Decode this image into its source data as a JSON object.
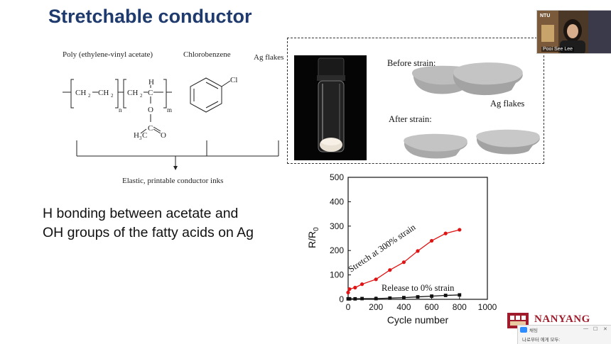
{
  "slide": {
    "title": "Stretchable conductor",
    "body_line1": "H bonding between acetate and",
    "body_line2": "OH groups of the fatty acids on Ag"
  },
  "chemistry": {
    "label_eva": "Poly (ethylene-vinyl acetate)",
    "label_solvent": "Chlorobenzene",
    "label_ag": "Ag flakes",
    "ink_label": "Elastic, printable conductor inks",
    "monomer1": "CH",
    "sub2": "2",
    "dash": "—",
    "monomer_ch": "CH",
    "h_atom": "H",
    "c_atom": "C",
    "o_atom": "O",
    "o_dbl": "O",
    "methyl": "H",
    "methyl_sub": "3",
    "methyl_c": "C",
    "n_sub": "n",
    "m_sub": "m",
    "cl": "Cl"
  },
  "figure": {
    "before_strain": "Before strain:",
    "after_strain": "After strain:",
    "ag_flakes": "Ag flakes"
  },
  "chart_data": {
    "type": "line",
    "xlabel": "Cycle number",
    "ylabel_main": "R/R",
    "ylabel_sub": "0",
    "xlim": [
      0,
      1000
    ],
    "ylim": [
      0,
      500
    ],
    "xticks": [
      "0",
      "200",
      "400",
      "600",
      "800",
      "1000"
    ],
    "yticks": [
      "0",
      "100",
      "200",
      "300",
      "400",
      "500"
    ],
    "series": [
      {
        "name": "Stretch at 300% strain",
        "color": "#e01414",
        "marker": "circle",
        "x": [
          0,
          10,
          50,
          100,
          200,
          300,
          400,
          500,
          600,
          700,
          800
        ],
        "y": [
          28,
          42,
          48,
          62,
          82,
          120,
          152,
          198,
          240,
          270,
          285
        ]
      },
      {
        "name": "Release to 0% strain",
        "color": "#111111",
        "marker": "square",
        "x": [
          0,
          10,
          50,
          100,
          200,
          300,
          400,
          500,
          600,
          700,
          800
        ],
        "y": [
          2,
          2,
          2,
          3,
          3,
          5,
          7,
          10,
          13,
          16,
          18
        ]
      }
    ]
  },
  "webcam": {
    "name": "Pooi See Lee",
    "badge": "NTU"
  },
  "logo": {
    "text": "NANYANG"
  },
  "chat": {
    "label": "채팅",
    "message": "나로부터 에게 모두:",
    "minimize": "—",
    "restore": "☐",
    "close": "✕"
  },
  "colors": {
    "title": "#1f3b6e",
    "red_series": "#e01414",
    "black_series": "#111111",
    "logo": "#a01c2c"
  }
}
